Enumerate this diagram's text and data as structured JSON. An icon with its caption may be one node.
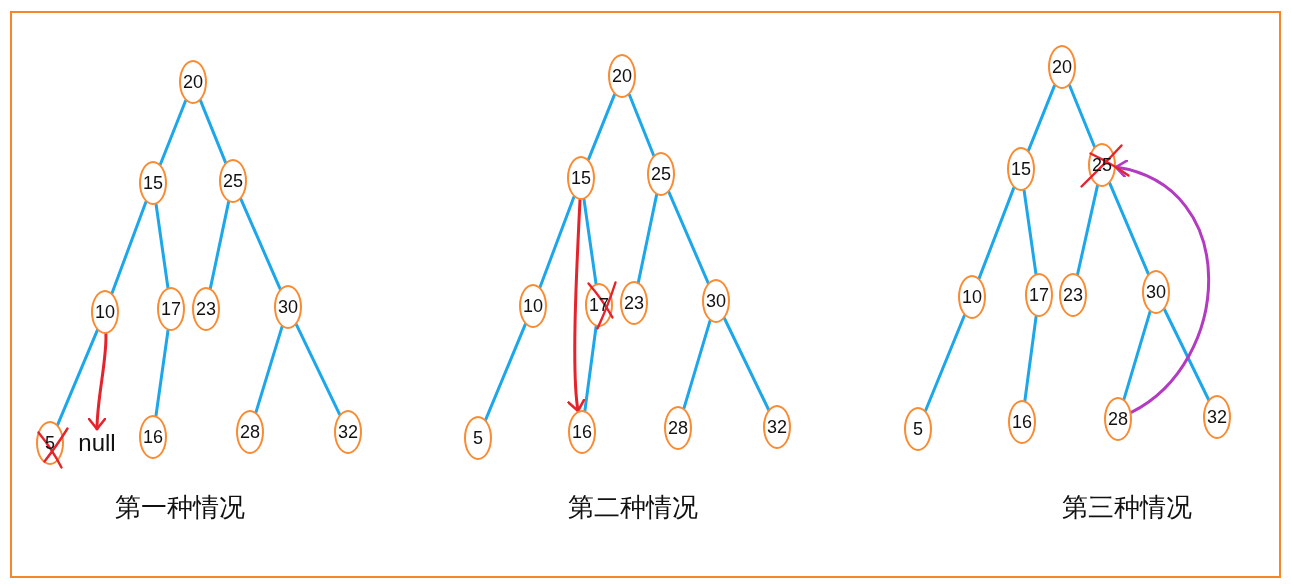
{
  "diagram": {
    "nodes": [
      {
        "text": [
          "20"
        ]
      },
      {
        "text": [
          "15"
        ]
      },
      {
        "text": [
          "25"
        ]
      },
      {
        "text": [
          "10"
        ]
      },
      {
        "text": [
          "17"
        ]
      },
      {
        "text": [
          "23"
        ]
      },
      {
        "text": [
          "30"
        ]
      },
      {
        "text": [
          "5"
        ]
      },
      {
        "text": [
          "null"
        ]
      },
      {
        "text": [
          "16"
        ]
      },
      {
        "text": [
          "28"
        ]
      },
      {
        "text": [
          "32"
        ]
      },
      {
        "text": [
          "20"
        ]
      },
      {
        "text": [
          "15"
        ]
      },
      {
        "text": [
          "25"
        ]
      },
      {
        "text": [
          "10"
        ]
      },
      {
        "text": [
          "17"
        ]
      },
      {
        "text": [
          "23"
        ]
      },
      {
        "text": [
          "30"
        ]
      },
      {
        "text": [
          "5"
        ]
      },
      {
        "text": [
          "16"
        ]
      },
      {
        "text": [
          "28"
        ]
      },
      {
        "text": [
          "32"
        ]
      },
      {
        "text": [
          "20"
        ]
      },
      {
        "text": [
          "15"
        ]
      },
      {
        "text": [
          "25"
        ]
      },
      {
        "text": [
          "10"
        ]
      },
      {
        "text": [
          "17"
        ]
      },
      {
        "text": [
          "23"
        ]
      },
      {
        "text": [
          "30"
        ]
      },
      {
        "text": [
          "5"
        ]
      },
      {
        "text": [
          "16"
        ]
      },
      {
        "text": [
          "28"
        ]
      },
      {
        "text": [
          "32"
        ]
      }
    ],
    "edges": [
      {
        "from": 0,
        "to": 1,
        "arrow": "none"
      },
      {
        "from": 0,
        "to": 2,
        "arrow": "none"
      },
      {
        "from": 1,
        "to": 3,
        "arrow": "none"
      },
      {
        "from": 1,
        "to": 4,
        "arrow": "none"
      },
      {
        "from": 2,
        "to": 5,
        "arrow": "none"
      },
      {
        "from": 2,
        "to": 6,
        "arrow": "none"
      },
      {
        "from": 3,
        "to": 7,
        "arrow": "none"
      },
      {
        "from": 4,
        "to": 9,
        "arrow": "none"
      },
      {
        "from": 6,
        "to": 10,
        "arrow": "none"
      },
      {
        "from": 6,
        "to": 11,
        "arrow": "none"
      },
      {
        "from": 3,
        "to": 8,
        "arrow": "to",
        "color": "#e5232b"
      },
      {
        "from": 12,
        "to": 13,
        "arrow": "none"
      },
      {
        "from": 12,
        "to": 14,
        "arrow": "none"
      },
      {
        "from": 13,
        "to": 15,
        "arrow": "none"
      },
      {
        "from": 13,
        "to": 16,
        "arrow": "none"
      },
      {
        "from": 14,
        "to": 17,
        "arrow": "none"
      },
      {
        "from": 14,
        "to": 18,
        "arrow": "none"
      },
      {
        "from": 15,
        "to": 19,
        "arrow": "none"
      },
      {
        "from": 16,
        "to": 20,
        "arrow": "none"
      },
      {
        "from": 18,
        "to": 21,
        "arrow": "none"
      },
      {
        "from": 18,
        "to": 22,
        "arrow": "none"
      },
      {
        "from": 13,
        "to": 20,
        "arrow": "to",
        "color": "#e5232b"
      },
      {
        "from": 23,
        "to": 24,
        "arrow": "none"
      },
      {
        "from": 23,
        "to": 25,
        "arrow": "none"
      },
      {
        "from": 24,
        "to": 26,
        "arrow": "none"
      },
      {
        "from": 24,
        "to": 27,
        "arrow": "none"
      },
      {
        "from": 25,
        "to": 28,
        "arrow": "none"
      },
      {
        "from": 25,
        "to": 29,
        "arrow": "none"
      },
      {
        "from": 26,
        "to": 30,
        "arrow": "none"
      },
      {
        "from": 27,
        "to": 31,
        "arrow": "none"
      },
      {
        "from": 29,
        "to": 32,
        "arrow": "none"
      },
      {
        "from": 29,
        "to": 33,
        "arrow": "none"
      },
      {
        "from": 32,
        "to": 25,
        "arrow": "to",
        "color": "#b23bc1"
      }
    ],
    "labels": [
      "第一种情况",
      "第二种情况",
      "第三种情况"
    ]
  }
}
